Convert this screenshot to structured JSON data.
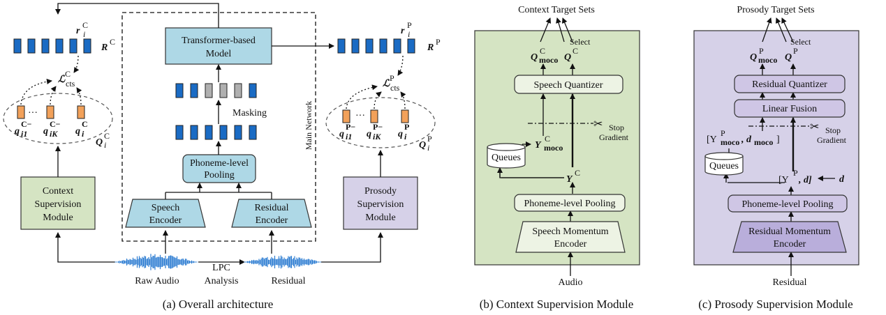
{
  "colors": {
    "token_blue": "#1a6bc4",
    "token_gray": "#b0b0b0",
    "token_orange": "#f2a15a",
    "box_lightblue": "#aed8e6",
    "box_green": "#d5e4c3",
    "box_purple": "#d6d1e8",
    "panel_green": "#d5e4c3",
    "panel_purple": "#d6d1e8",
    "quantizer_fill": "#edf3e4",
    "residual_quant_fill": "#cfc6e5",
    "wave_blue": "#2d7dd2"
  },
  "panel_a": {
    "caption": "(a) Overall architecture",
    "main_network": "Main Network",
    "transformer": [
      "Transformer-based",
      "Model"
    ],
    "masking": "Masking",
    "pooling": [
      "Phoneme-level",
      "Pooling"
    ],
    "speech_encoder": [
      "Speech",
      "Encoder"
    ],
    "residual_encoder": [
      "Residual",
      "Encoder"
    ],
    "context_module": [
      "Context",
      "Supervision",
      "Module"
    ],
    "prosody_module": [
      "Prosody",
      "Supervision",
      "Module"
    ],
    "raw_audio": "Raw Audio",
    "lpc": [
      "LPC",
      "Analysis"
    ],
    "residual": "Residual",
    "r_c": "r",
    "r_c_sub": "i",
    "r_c_sup": "C",
    "R_c": "R",
    "R_c_sup": "C",
    "r_p": "r",
    "r_p_sub": "i",
    "r_p_sup": "P",
    "R_p": "R",
    "R_p_sup": "P",
    "loss": "ℒ",
    "loss_sub": "cts",
    "loss_c_sup": "C",
    "loss_p_sup": "P",
    "ellipsis": "···",
    "q": "q",
    "q_i1": "i1",
    "q_iK": "iK",
    "q_i": "i",
    "neg_c": "C−",
    "neg_p": "P−",
    "Q": "Q",
    "Q_sub": "i",
    "c": "C",
    "p": "P"
  },
  "panel_b": {
    "caption": "(b) Context Supervision Module",
    "target": "Context Target Sets",
    "select": "Select",
    "q_moco": "Q",
    "q_moco_sub": "moco",
    "q_moco_sup": "C",
    "q_c": "Q",
    "q_c_sup": "C",
    "quantizer": "Speech Quantizer",
    "stop": [
      "Stop",
      "Gradient"
    ],
    "y_moco": "Y",
    "y_moco_sub": "moco",
    "y_moco_sup": "C",
    "queues": "Queues",
    "y_c": "Y",
    "y_c_sup": "C",
    "pooling": "Phoneme-level Pooling",
    "encoder": [
      "Speech Momentum",
      "Encoder"
    ],
    "input": "Audio"
  },
  "panel_c": {
    "caption": "(c) Prosody Supervision Module",
    "target": "Prosody Target Sets",
    "select": "Select",
    "q_moco": "Q",
    "q_moco_sub": "moco",
    "q_moco_sup": "P",
    "q_p": "Q",
    "q_p_sup": "P",
    "quantizer": "Residual Quantizer",
    "fusion": "Linear Fusion",
    "stop": [
      "Stop",
      "Gradient"
    ],
    "ymoco_pair": "[Y",
    "ymoco_pair_sup": "P",
    "ymoco_pair_sub": "moco",
    "ymoco_pair_rest": ", d",
    "ymoco_pair_rest_sub": "moco",
    "ymoco_pair_close": "]",
    "queues": "Queues",
    "yd_pair": "[Y",
    "yd_pair_sup": "P",
    "yd_pair_rest": ", d]",
    "d": "d",
    "pooling": "Phoneme-level Pooling",
    "encoder": [
      "Residual Momentum",
      "Encoder"
    ],
    "input": "Residual"
  }
}
